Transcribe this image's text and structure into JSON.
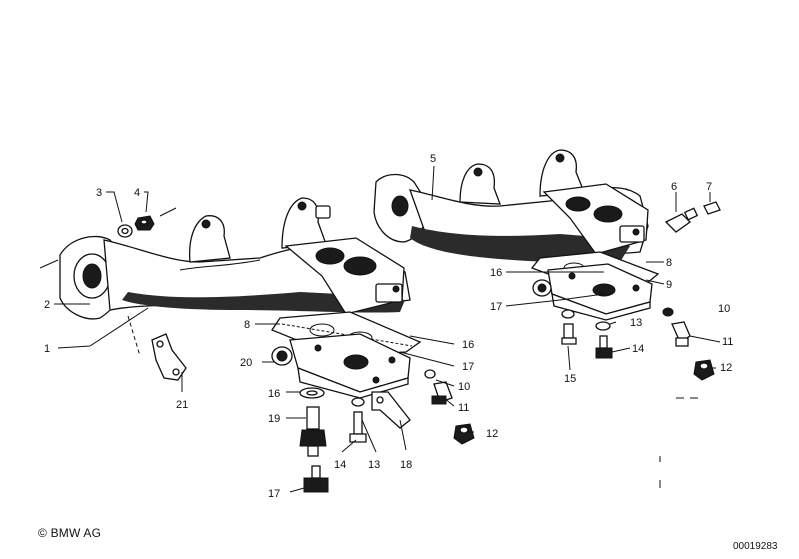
{
  "copyright": "© BMW AG",
  "document_id": "00019283",
  "callouts": {
    "c1": "1",
    "c2": "2",
    "c3": "3",
    "c4": "4",
    "c5": "5",
    "c6": "6",
    "c7": "7",
    "c8a": "8",
    "c8b": "8",
    "c9": "9",
    "c10a": "10",
    "c10b": "10",
    "c11a": "11",
    "c11b": "11",
    "c12a": "12",
    "c12b": "12",
    "c13a": "13",
    "c13b": "13",
    "c14a": "14",
    "c14b": "14",
    "c15": "15",
    "c16a": "16",
    "c16b": "16",
    "c16c": "16",
    "c17a": "17",
    "c17b": "17",
    "c17c": "17",
    "c18": "18",
    "c19": "19",
    "c20": "20",
    "c21": "21"
  }
}
